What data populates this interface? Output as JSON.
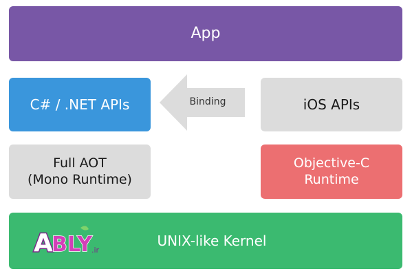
{
  "app": {
    "label": "App"
  },
  "left_column": {
    "csharp_label": "C# / .NET APIs",
    "aot_line1": "Full AOT",
    "aot_line2": "(Mono Runtime)"
  },
  "right_column": {
    "ios_label": "iOS APIs",
    "objc_line1": "Objective-C",
    "objc_line2": "Runtime"
  },
  "binding": {
    "label": "Binding"
  },
  "kernel": {
    "label": "UNIX-like Kernel"
  },
  "logo": {
    "text": "ABLY",
    "suffix": ".ir"
  },
  "colors": {
    "app": "#7857a6",
    "csharp": "#3a96dc",
    "gray_box": "#dcdcdc",
    "objc": "#ec6f71",
    "kernel": "#3bba70"
  }
}
